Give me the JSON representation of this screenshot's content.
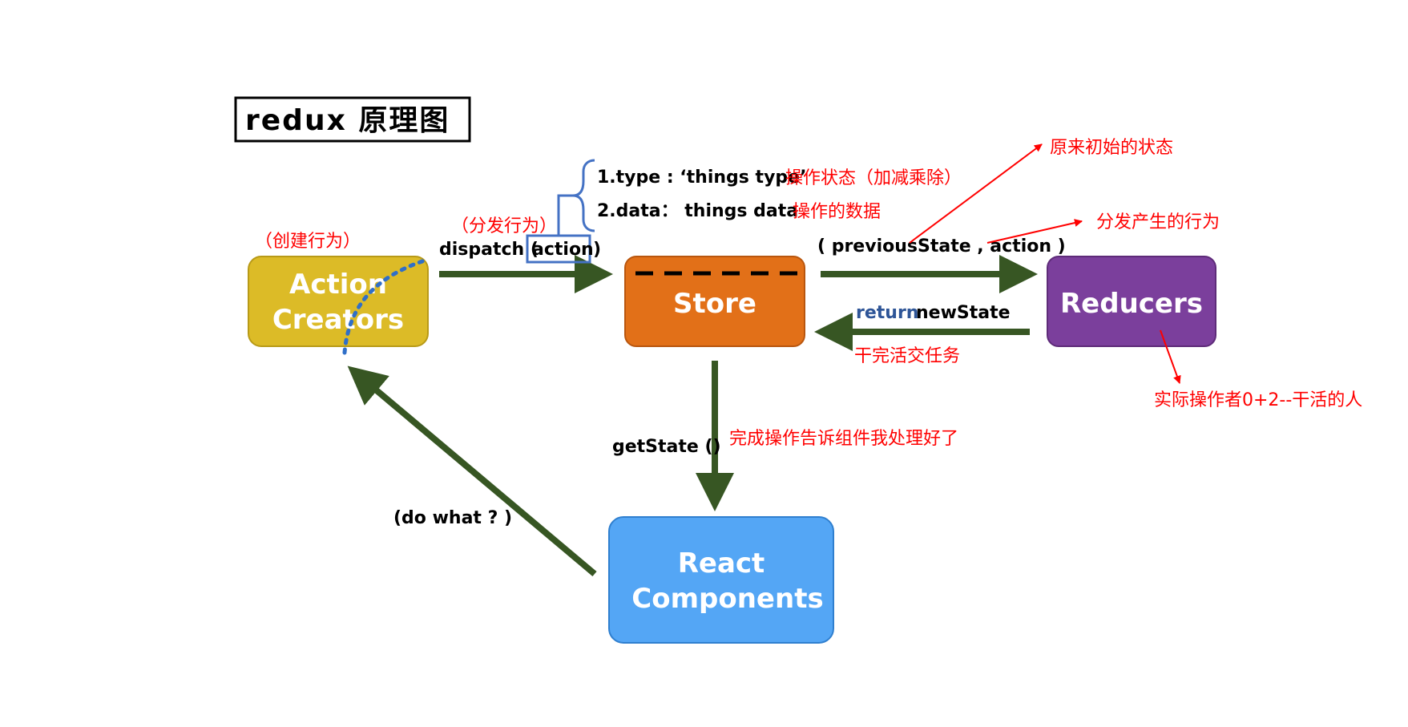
{
  "title": "redux 原理图",
  "nodes": {
    "action_creators": {
      "line1": "Action",
      "line2": "Creators",
      "note": "（创建行为）"
    },
    "store": {
      "label": "Store"
    },
    "reducers": {
      "label": "Reducers",
      "note": "实际操作者0+2--干活的人"
    },
    "react_components": {
      "line1": "React",
      "line2": "Components"
    }
  },
  "dispatch": {
    "note": "（分发行为）",
    "prefix": "dispatch (",
    "action": "action",
    "suffix": ")"
  },
  "action_fields": {
    "type_label": "1.type : ‘things type’",
    "type_note": "操作状态（加减乘除）",
    "data_label": "2.data： things data",
    "data_note": "操作的数据"
  },
  "to_reducers": {
    "label": "( previousState , action )",
    "note_prev": "原来初始的状态",
    "note_action": "分发产生的行为"
  },
  "from_reducers": {
    "return_kw": "return",
    "value": "newState",
    "note": "干完活交任务"
  },
  "get_state": {
    "label": "getState ()",
    "note": "完成操作告诉组件我处理好了"
  },
  "do_what": {
    "label": "(do what ? )"
  },
  "colors": {
    "arrow": "#375623",
    "annotation_red": "#ff0000",
    "action_creators": "#dcbb27",
    "store": "#e27018",
    "reducers": "#7b3f9c",
    "react_components": "#54a6f5",
    "bracket_blue": "#4472c4",
    "return_blue": "#2e5597"
  }
}
